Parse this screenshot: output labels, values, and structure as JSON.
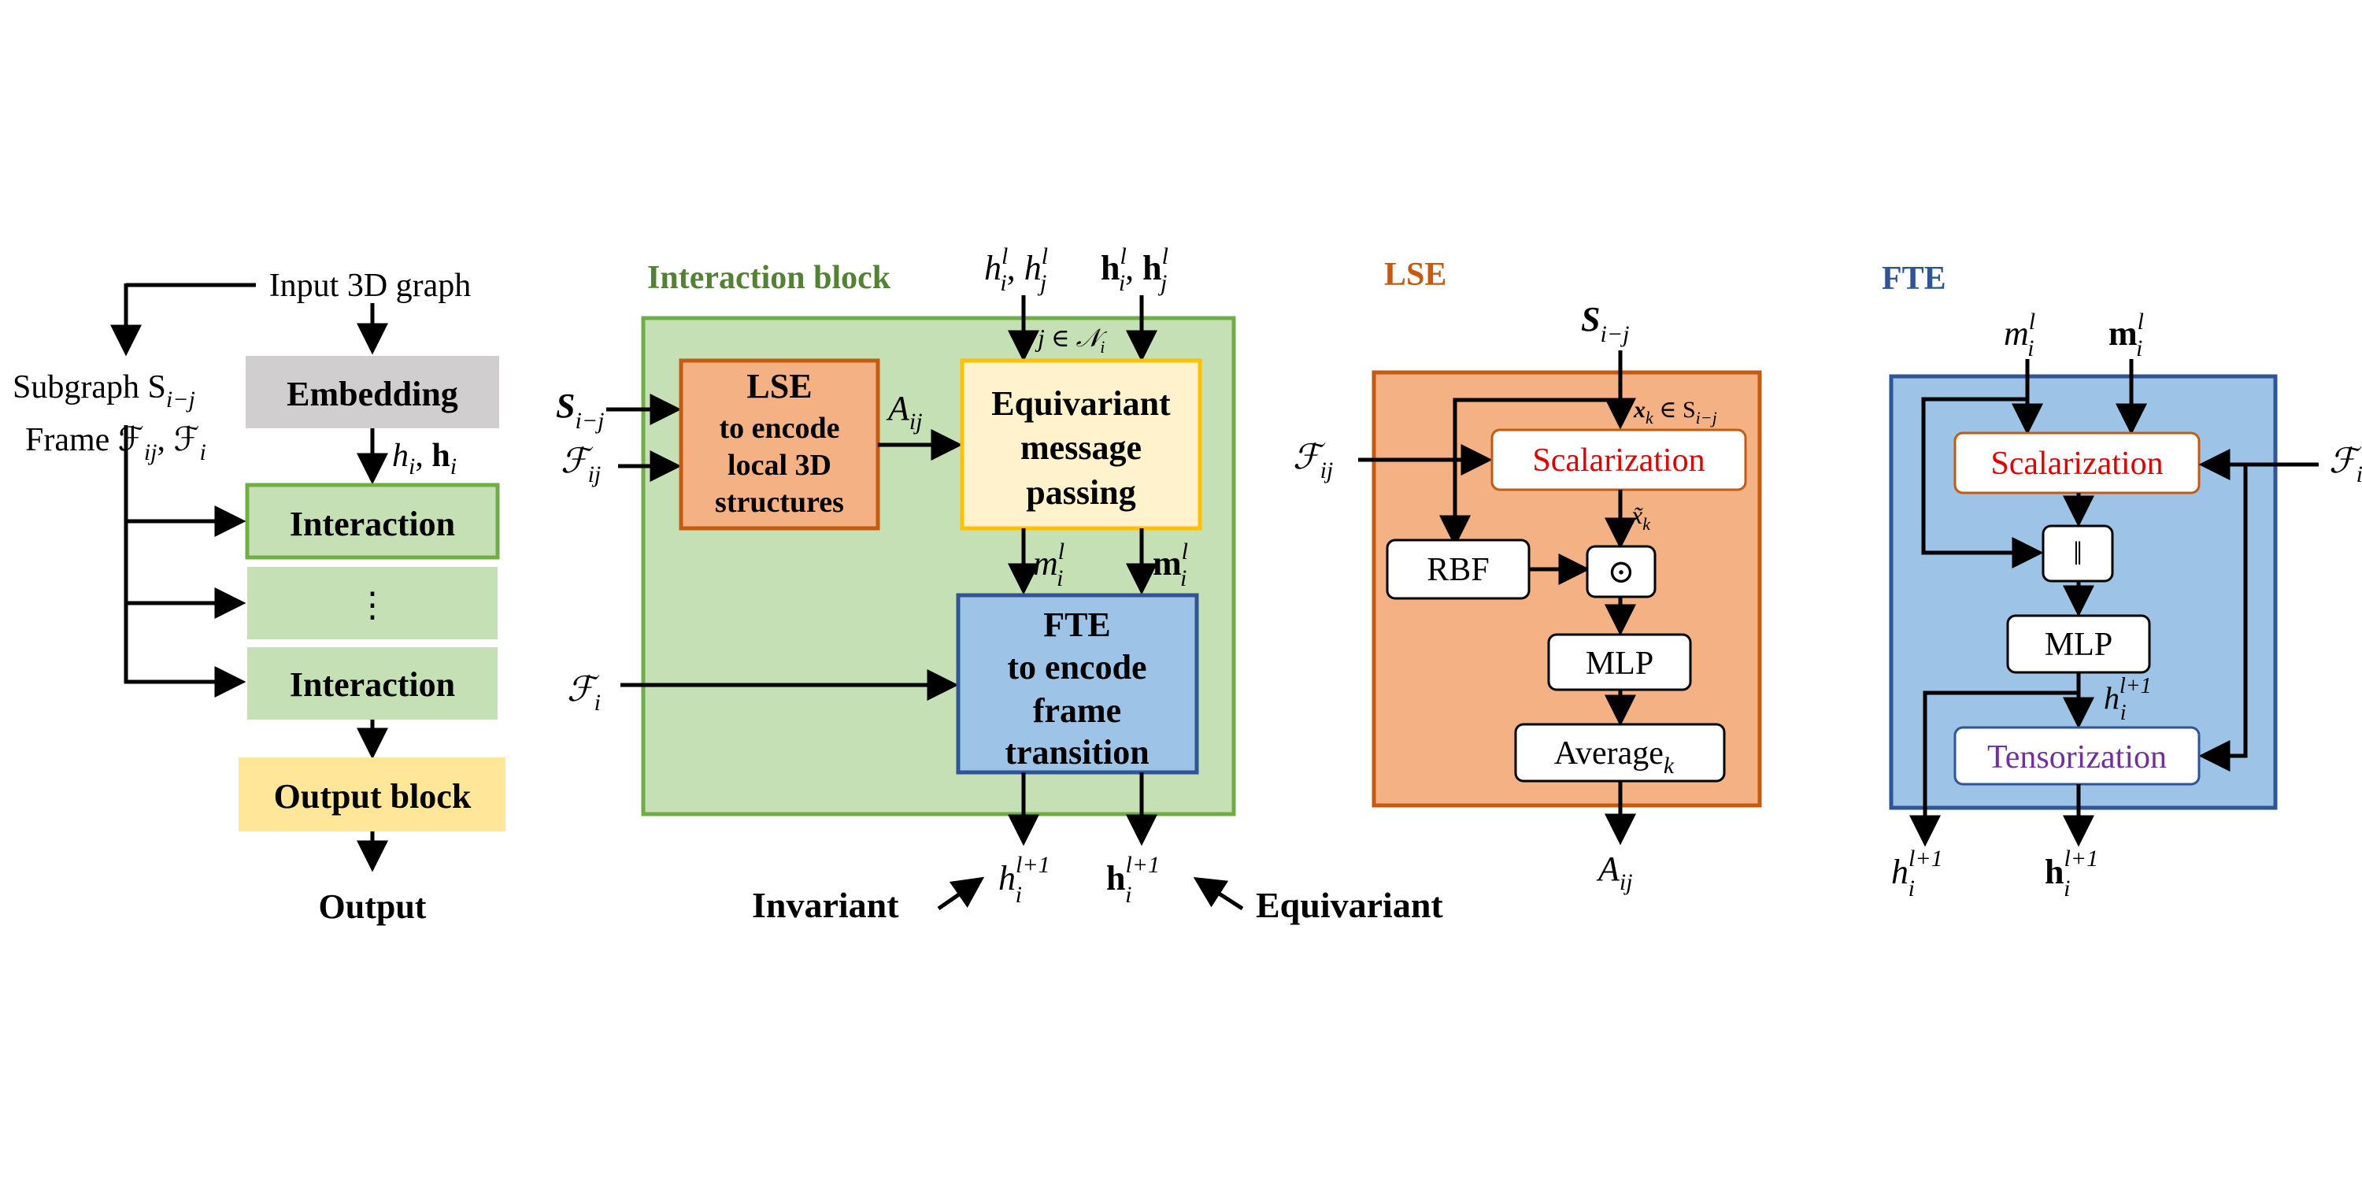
{
  "colors": {
    "green_fill": "#c5e0b4",
    "green_border": "#70ad47",
    "green_title": "#548235",
    "orange_fill": "#f4b183",
    "orange_border": "#c55a11",
    "orange_title": "#c55a11",
    "yellow_fill": "#fff2cc",
    "yellow_border": "#ffc000",
    "yellow_output": "#ffe699",
    "blue_fill": "#9dc3e6",
    "blue_border": "#2f5597",
    "blue_title": "#2f5597",
    "gray_fill": "#d0cece",
    "red_text": "#e00000",
    "purple_text": "#7030a0"
  },
  "pipeline": {
    "input": "Input 3D graph",
    "subgraph_label": "Subgraph S",
    "subgraph_sub": "i−j",
    "frame_label": "Frame ℱ",
    "frame_sub1": "ij",
    "frame_sep": ", ℱ",
    "frame_sub2": "i",
    "embedding": "Embedding",
    "embed_out_a": "h",
    "embed_out_a_sub": "i",
    "embed_out_sep": ", ",
    "embed_out_b": "h",
    "embed_out_b_sub": "i",
    "interaction1": "Interaction",
    "ellipsis": "⋮",
    "interaction2": "Interaction",
    "output_block": "Output block",
    "output": "Output"
  },
  "interaction_block": {
    "title": "Interaction block",
    "top_in_a": "h",
    "top_in_a_sup": "l",
    "top_in_a_sub": "i",
    "top_in_sep": ", ",
    "top_in_b": "h",
    "top_in_b_sup": "l",
    "top_in_b_sub": "j",
    "top_in_c": "h",
    "top_in_c_sup": "l",
    "top_in_c_sub": "i",
    "top_in_d": "h",
    "top_in_d_sup": "l",
    "top_in_d_sub": "j",
    "neighbor_label": "j ∈ 𝒩",
    "neighbor_sub": "i",
    "left_in_s": "S",
    "left_in_s_sub": "i−j",
    "left_in_f": "ℱ",
    "left_in_f_sub": "ij",
    "left_in_fi": "ℱ",
    "left_in_fi_sub": "i",
    "lse_title": "LSE",
    "lse_line1": "to encode",
    "lse_line2": "local 3D",
    "lse_line3": "structures",
    "a_label": "A",
    "a_sub": "ij",
    "emp_line1": "Equivariant",
    "emp_line2": "message",
    "emp_line3": "passing",
    "m_inv": "m",
    "m_inv_sup": "l",
    "m_inv_sub": "i",
    "m_eq": "m",
    "m_eq_sup": "l",
    "m_eq_sub": "i",
    "fte_title": "FTE",
    "fte_line1": "to encode",
    "fte_line2": "frame",
    "fte_line3": "transition",
    "out_inv": "h",
    "out_inv_sup": "l+1",
    "out_inv_sub": "i",
    "out_eq": "h",
    "out_eq_sup": "l+1",
    "out_eq_sub": "i",
    "invariant_label": "Invariant",
    "equivariant_label": "Equivariant"
  },
  "lse_detail": {
    "title": "LSE",
    "input_s": "S",
    "input_s_sub": "i−j",
    "input_f": "ℱ",
    "input_f_sub": "ij",
    "xk_label": "x",
    "xk_sub": "k",
    "xk_rest": " ∈ S",
    "xk_rest_sub": "i−j",
    "scalarization": "Scalarization",
    "xtilde": "x̃",
    "xtilde_sub": "k",
    "rbf": "RBF",
    "odot": "⊙",
    "mlp": "MLP",
    "average": "Average",
    "average_sub": "k",
    "output": "A",
    "output_sub": "ij"
  },
  "fte_detail": {
    "title": "FTE",
    "in_m": "m",
    "in_m_sup": "l",
    "in_m_sub": "i",
    "in_mb": "m",
    "in_mb_sup": "l",
    "in_mb_sub": "i",
    "input_f": "ℱ",
    "input_f_sub": "i",
    "scalarization": "Scalarization",
    "concat": "‖",
    "mlp": "MLP",
    "h_mid": "h",
    "h_mid_sup": "l+1",
    "h_mid_sub": "i",
    "tensorization": "Tensorization",
    "out_h": "h",
    "out_h_sup": "l+1",
    "out_h_sub": "i",
    "out_hb": "h",
    "out_hb_sup": "l+1",
    "out_hb_sub": "i"
  }
}
